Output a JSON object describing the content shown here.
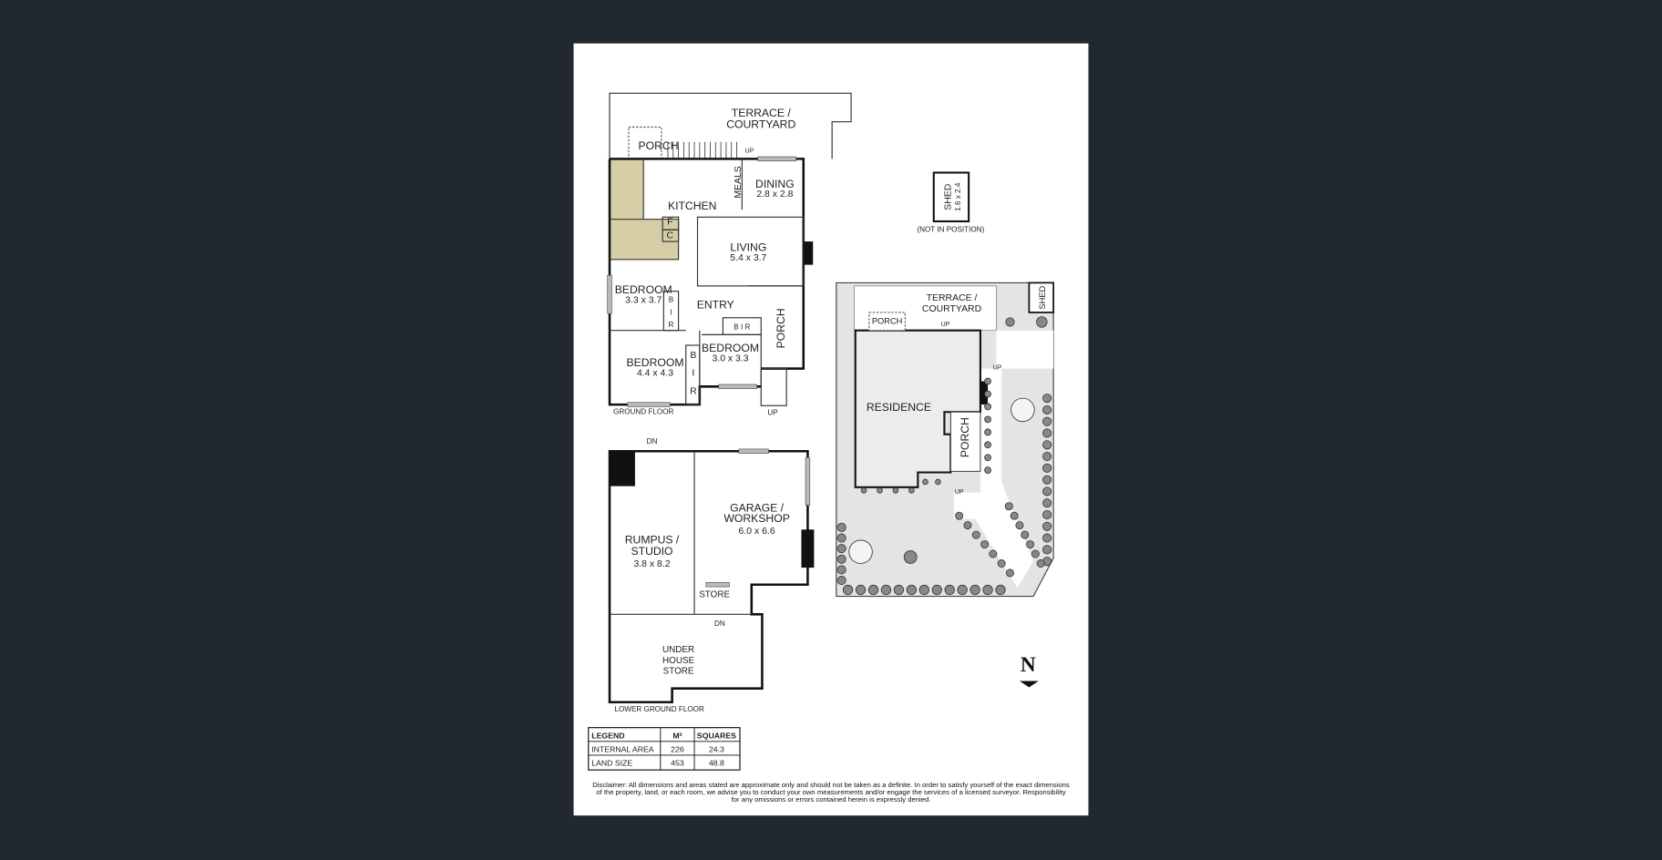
{
  "colors": {
    "background": "#212830",
    "paper": "#ffffff",
    "wet_area": "#d6cfa6",
    "site": "#e4e4e4",
    "residence": "#ececec"
  },
  "ground_floor": {
    "terrace": [
      "TERRACE /",
      "COURTYARD"
    ],
    "porch_rear": "PORCH",
    "up_rear": "UP",
    "meals": "MEALS",
    "dining": {
      "name": "DINING",
      "dim": "2.8 x 2.8"
    },
    "kitchen": "KITCHEN",
    "fridge": "F",
    "cupboard": "C",
    "living": {
      "name": "LIVING",
      "dim": "5.4 x 3.7"
    },
    "bedroom1": {
      "name": "BEDROOM",
      "dim": "3.3 x 3.7"
    },
    "bir1": [
      "B",
      "I",
      "R"
    ],
    "entry": "ENTRY",
    "bir3": "B I R",
    "bedroom3": {
      "name": "BEDROOM",
      "dim": "3.0 x 3.3"
    },
    "porch_front": "PORCH",
    "bedroom2": {
      "name": "BEDROOM",
      "dim": "4.4 x 4.3"
    },
    "bir2": [
      "B",
      "I",
      "R"
    ],
    "up_front": "UP",
    "floor_label": "GROUND FLOOR"
  },
  "shed": {
    "name": "SHED",
    "dim": "1.6 x 2.4",
    "note": "(NOT IN POSITION)"
  },
  "lower_floor": {
    "dn_top": "DN",
    "rumpus": [
      "RUMPUS /",
      "STUDIO",
      "3.8 x 8.2"
    ],
    "garage": [
      "GARAGE /",
      "WORKSHOP",
      "6.0 x 6.6"
    ],
    "store": "STORE",
    "dn_store": "DN",
    "under_house": [
      "UNDER",
      "HOUSE",
      "STORE"
    ],
    "floor_label": "LOWER GROUND FLOOR"
  },
  "site_plan": {
    "terrace": [
      "TERRACE /",
      "COURTYARD"
    ],
    "porch_rear": "PORCH",
    "up1": "UP",
    "up2": "UP",
    "up3": "UP",
    "shed": "SHED",
    "residence": "RESIDENCE",
    "porch_front": "PORCH"
  },
  "north": "N",
  "legend": {
    "headers": [
      "LEGEND",
      "M²",
      "SQUARES"
    ],
    "rows": [
      [
        "INTERNAL AREA",
        "226",
        "24.3"
      ],
      [
        "LAND SIZE",
        "453",
        "48.8"
      ]
    ]
  },
  "disclaimer": [
    "Disclaimer: All dimensions and areas stated are approximate only and should not be taken as a definite. In order to satisfy yourself of the exact dimensions",
    "of the property, land, or each room, we advise you to conduct your own measurements and/or engage the services of a licensed surveyor. Responsibility",
    "for any omissions or errors contained herein is expressly denied."
  ]
}
